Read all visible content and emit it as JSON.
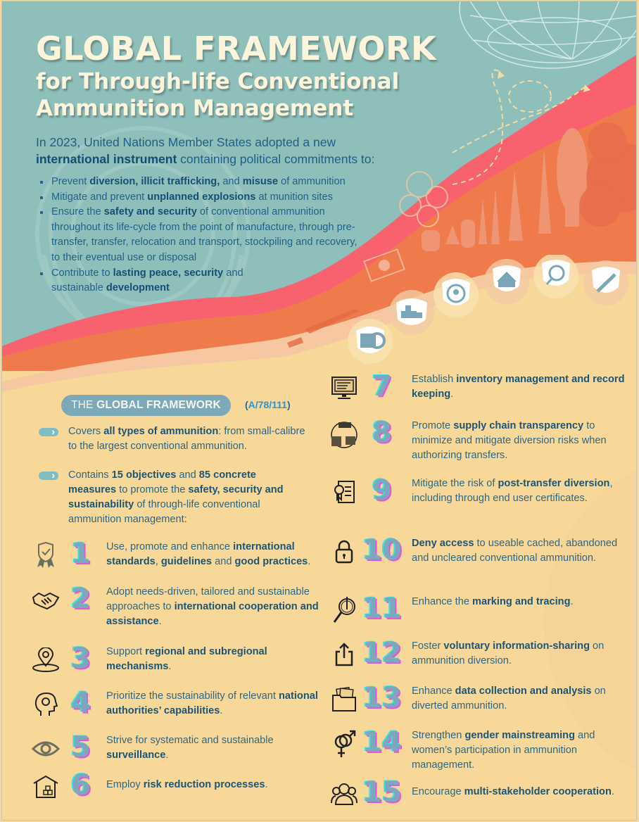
{
  "header": {
    "title_line1": "GLOBAL FRAMEWORK",
    "title_line2": "for Through-life Conventional",
    "title_line3": "Ammunition Management"
  },
  "intro": {
    "line1": "In 2023, United Nations Member States adopted a new",
    "bold": "international instrument",
    "line2_rest": " containing political commitments to:"
  },
  "commitments": [
    {
      "segments": [
        {
          "t": "Prevent "
        },
        {
          "t": "diversion, illicit trafficking,",
          "b": true
        },
        {
          "t": " and "
        },
        {
          "t": "misuse",
          "b": true
        },
        {
          "t": " of ammunition"
        }
      ]
    },
    {
      "segments": [
        {
          "t": "Mitigate and prevent "
        },
        {
          "t": "unplanned explosions",
          "b": true
        },
        {
          "t": " at munition sites"
        }
      ]
    },
    {
      "segments": [
        {
          "t": "Ensure the "
        },
        {
          "t": "safety and security",
          "b": true
        },
        {
          "t": " of conventional ammunition throughout its life-cycle from the point of manufacture, through pre-transfer, transfer, relocation and transport, stockpiling and recovery, to their eventual use or disposal"
        }
      ]
    },
    {
      "segments": [
        {
          "t": "Contribute to "
        },
        {
          "t": "lasting peace, security",
          "b": true
        },
        {
          "t": " and sustainable "
        },
        {
          "t": "development",
          "b": true
        }
      ]
    }
  ],
  "framework": {
    "pill_prefix": "THE ",
    "pill_bold": "GLOBAL FRAMEWORK",
    "reference": "A/78/111",
    "facts": [
      {
        "segments": [
          {
            "t": "Covers "
          },
          {
            "t": "all types of ammunition",
            "b": true
          },
          {
            "t": ": from small-calibre to the largest conventional ammunition."
          }
        ]
      },
      {
        "segments": [
          {
            "t": "Contains "
          },
          {
            "t": "15 objectives",
            "b": true
          },
          {
            "t": " and "
          },
          {
            "t": "85 concrete measures",
            "b": true
          },
          {
            "t": " to promote the "
          },
          {
            "t": "safety, security and sustainability",
            "b": true
          },
          {
            "t": " of through-life conventional ammunition management:"
          }
        ]
      }
    ]
  },
  "lifecycle_icons": [
    "factory-gear",
    "truck-transport",
    "relocation",
    "warehouse-stockpile",
    "magnifier-ammunition",
    "bullet-disposal"
  ],
  "objectives": [
    {
      "n": "1",
      "icon": "shield-badge",
      "segments": [
        {
          "t": "Use, promote and enhance "
        },
        {
          "t": "international standards",
          "b": true
        },
        {
          "t": ", "
        },
        {
          "t": "guidelines",
          "b": true
        },
        {
          "t": " and "
        },
        {
          "t": "good practices",
          "b": true
        },
        {
          "t": "."
        }
      ]
    },
    {
      "n": "2",
      "icon": "handshake",
      "segments": [
        {
          "t": "Adopt needs-driven, tailored and sustainable approaches to "
        },
        {
          "t": "international cooperation and assistance",
          "b": true
        },
        {
          "t": "."
        }
      ]
    },
    {
      "n": "3",
      "icon": "location-pin",
      "segments": [
        {
          "t": "Support "
        },
        {
          "t": "regional and subregional mechanisms",
          "b": true
        },
        {
          "t": "."
        }
      ]
    },
    {
      "n": "4",
      "icon": "head-gear",
      "segments": [
        {
          "t": "Prioritize the sustainability of relevant "
        },
        {
          "t": "national authorities’ capabilities",
          "b": true
        },
        {
          "t": "."
        }
      ]
    },
    {
      "n": "5",
      "icon": "eye",
      "segments": [
        {
          "t": "Strive for systematic and sustainable "
        },
        {
          "t": "surveillance",
          "b": true
        },
        {
          "t": "."
        }
      ]
    },
    {
      "n": "6",
      "icon": "warehouse",
      "segments": [
        {
          "t": "Employ "
        },
        {
          "t": "risk reduction processes",
          "b": true
        },
        {
          "t": "."
        }
      ]
    },
    {
      "n": "7",
      "icon": "computer-list",
      "segments": [
        {
          "t": "Establish "
        },
        {
          "t": "inventory management and record keeping",
          "b": true
        },
        {
          "t": "."
        }
      ]
    },
    {
      "n": "8",
      "icon": "supply-chain",
      "segments": [
        {
          "t": "Promote "
        },
        {
          "t": "supply chain transparency",
          "b": true
        },
        {
          "t": " to minimize and mitigate diversion risks when authorizing transfers."
        }
      ]
    },
    {
      "n": "9",
      "icon": "certificate",
      "segments": [
        {
          "t": "Mitigate the risk of "
        },
        {
          "t": "post-transfer diversion",
          "b": true
        },
        {
          "t": ", including through end user certificates."
        }
      ]
    },
    {
      "n": "10",
      "icon": "lock",
      "segments": [
        {
          "t": "Deny access",
          "b": true
        },
        {
          "t": " to useable cached, abandoned and uncleared conventional ammunition."
        }
      ]
    },
    {
      "n": "11",
      "icon": "magnifier-mark",
      "segments": [
        {
          "t": "Enhance the "
        },
        {
          "t": "marking and tracing",
          "b": true
        },
        {
          "t": "."
        }
      ]
    },
    {
      "n": "12",
      "icon": "share",
      "segments": [
        {
          "t": "Foster "
        },
        {
          "t": "voluntary information-sharing",
          "b": true
        },
        {
          "t": " on ammunition diversion."
        }
      ]
    },
    {
      "n": "13",
      "icon": "folder-data",
      "segments": [
        {
          "t": "Enhance "
        },
        {
          "t": "data collection and analysis",
          "b": true
        },
        {
          "t": " on diverted ammunition."
        }
      ]
    },
    {
      "n": "14",
      "icon": "gender",
      "segments": [
        {
          "t": "Strengthen "
        },
        {
          "t": "gender mainstreaming",
          "b": true
        },
        {
          "t": " and women’s participation in ammunition management."
        }
      ]
    },
    {
      "n": "15",
      "icon": "people-group",
      "segments": [
        {
          "t": "Encourage "
        },
        {
          "t": "multi-stakeholder cooperation",
          "b": true
        },
        {
          "t": "."
        }
      ]
    }
  ],
  "colors": {
    "teal_bg": "#8fbfba",
    "pink_band": "#f8626e",
    "orange_band": "#ef7b4c",
    "cream_bg": "#f8d899",
    "title_text": "#fdf4dc",
    "body_text": "#22618a",
    "pill_bg": "#7ba9b8",
    "ref_text": "#2a93d1",
    "number_fill": "#7da8bb"
  }
}
